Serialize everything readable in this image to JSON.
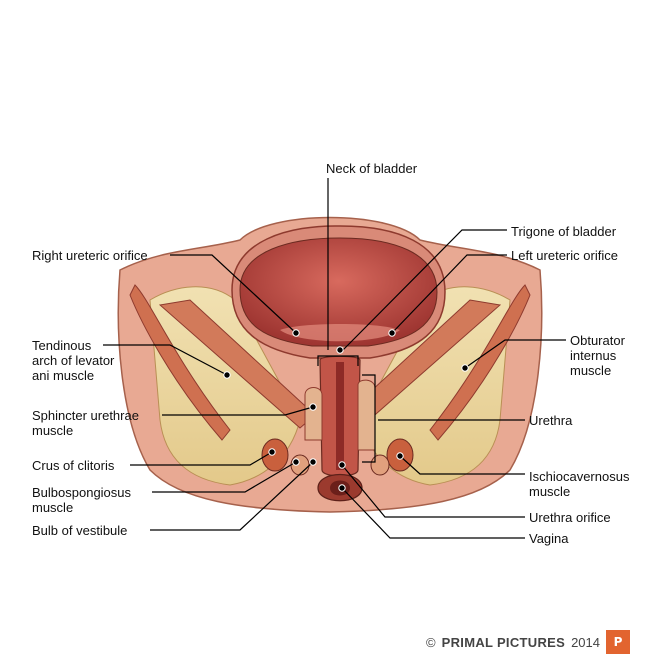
{
  "labels": {
    "neck_of_bladder": "Neck of bladder",
    "trigone_of_bladder": "Trigone of bladder",
    "right_ureteric_orifice": "Right ureteric orifice",
    "left_ureteric_orifice": "Left ureteric orifice",
    "tendinous_arch": "Tendinous\narch of levator\nani muscle",
    "obturator_internus": "Obturator\ninternus\nmuscle",
    "sphincter_urethrae": "Sphincter urethrae\nmuscle",
    "urethra": "Urethra",
    "crus_of_clitoris": "Crus of clitoris",
    "ischiocavernosus": "Ischiocavernosus\nmuscle",
    "bulbospongiosus": "Bulbospongiosus\nmuscle",
    "urethra_orifice": "Urethra orifice",
    "bulb_of_vestibule": "Bulb of vestibule",
    "vagina": "Vagina"
  },
  "footer": {
    "copyright": "©",
    "brand": "PRIMAL PICTURES",
    "year": "2014",
    "logo_text": "P"
  },
  "colors": {
    "bladder_lumen": "#b8433f",
    "bladder_wall": "#d98a78",
    "fat": "#ecd9a6",
    "muscle": "#d27a5a",
    "outline": "#6b2a20",
    "leader": "#000000",
    "logo": "#e2642f"
  }
}
